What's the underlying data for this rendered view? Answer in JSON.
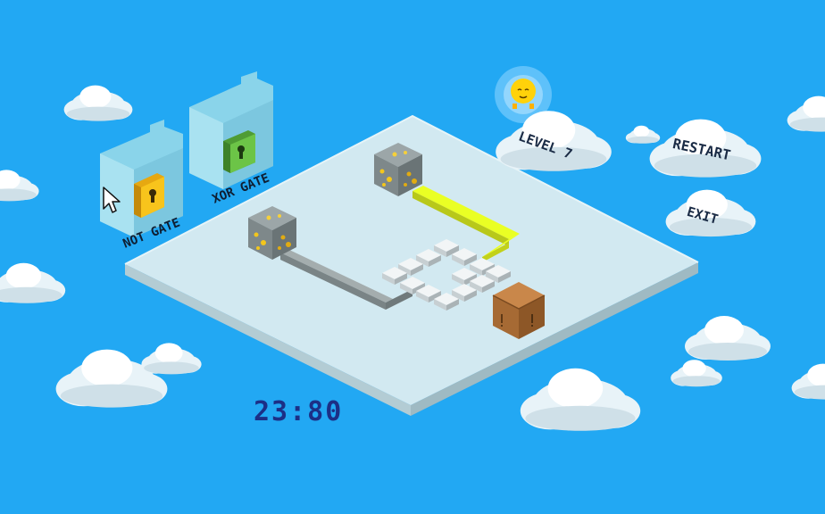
{
  "level": {
    "label": "LEVEL 7"
  },
  "menu": {
    "restart_label": "RESTART",
    "exit_label": "EXIT"
  },
  "inventory": {
    "items": [
      {
        "label": "NOT GATE",
        "lock_color": "#f6c21c"
      },
      {
        "label": "XOR GATE",
        "lock_color": "#66c043"
      }
    ]
  },
  "timer": {
    "value": "23:80"
  },
  "colors": {
    "sky": "#22a8f3",
    "board_top": "#cfe7f0",
    "wire_active": "#e8ff1c",
    "wire_inactive": "#8e9a9c"
  },
  "icons": {
    "cursor": "arrow-cursor-icon",
    "character": "smiley-character-icon",
    "lock": "keyhole-lock-icon"
  }
}
